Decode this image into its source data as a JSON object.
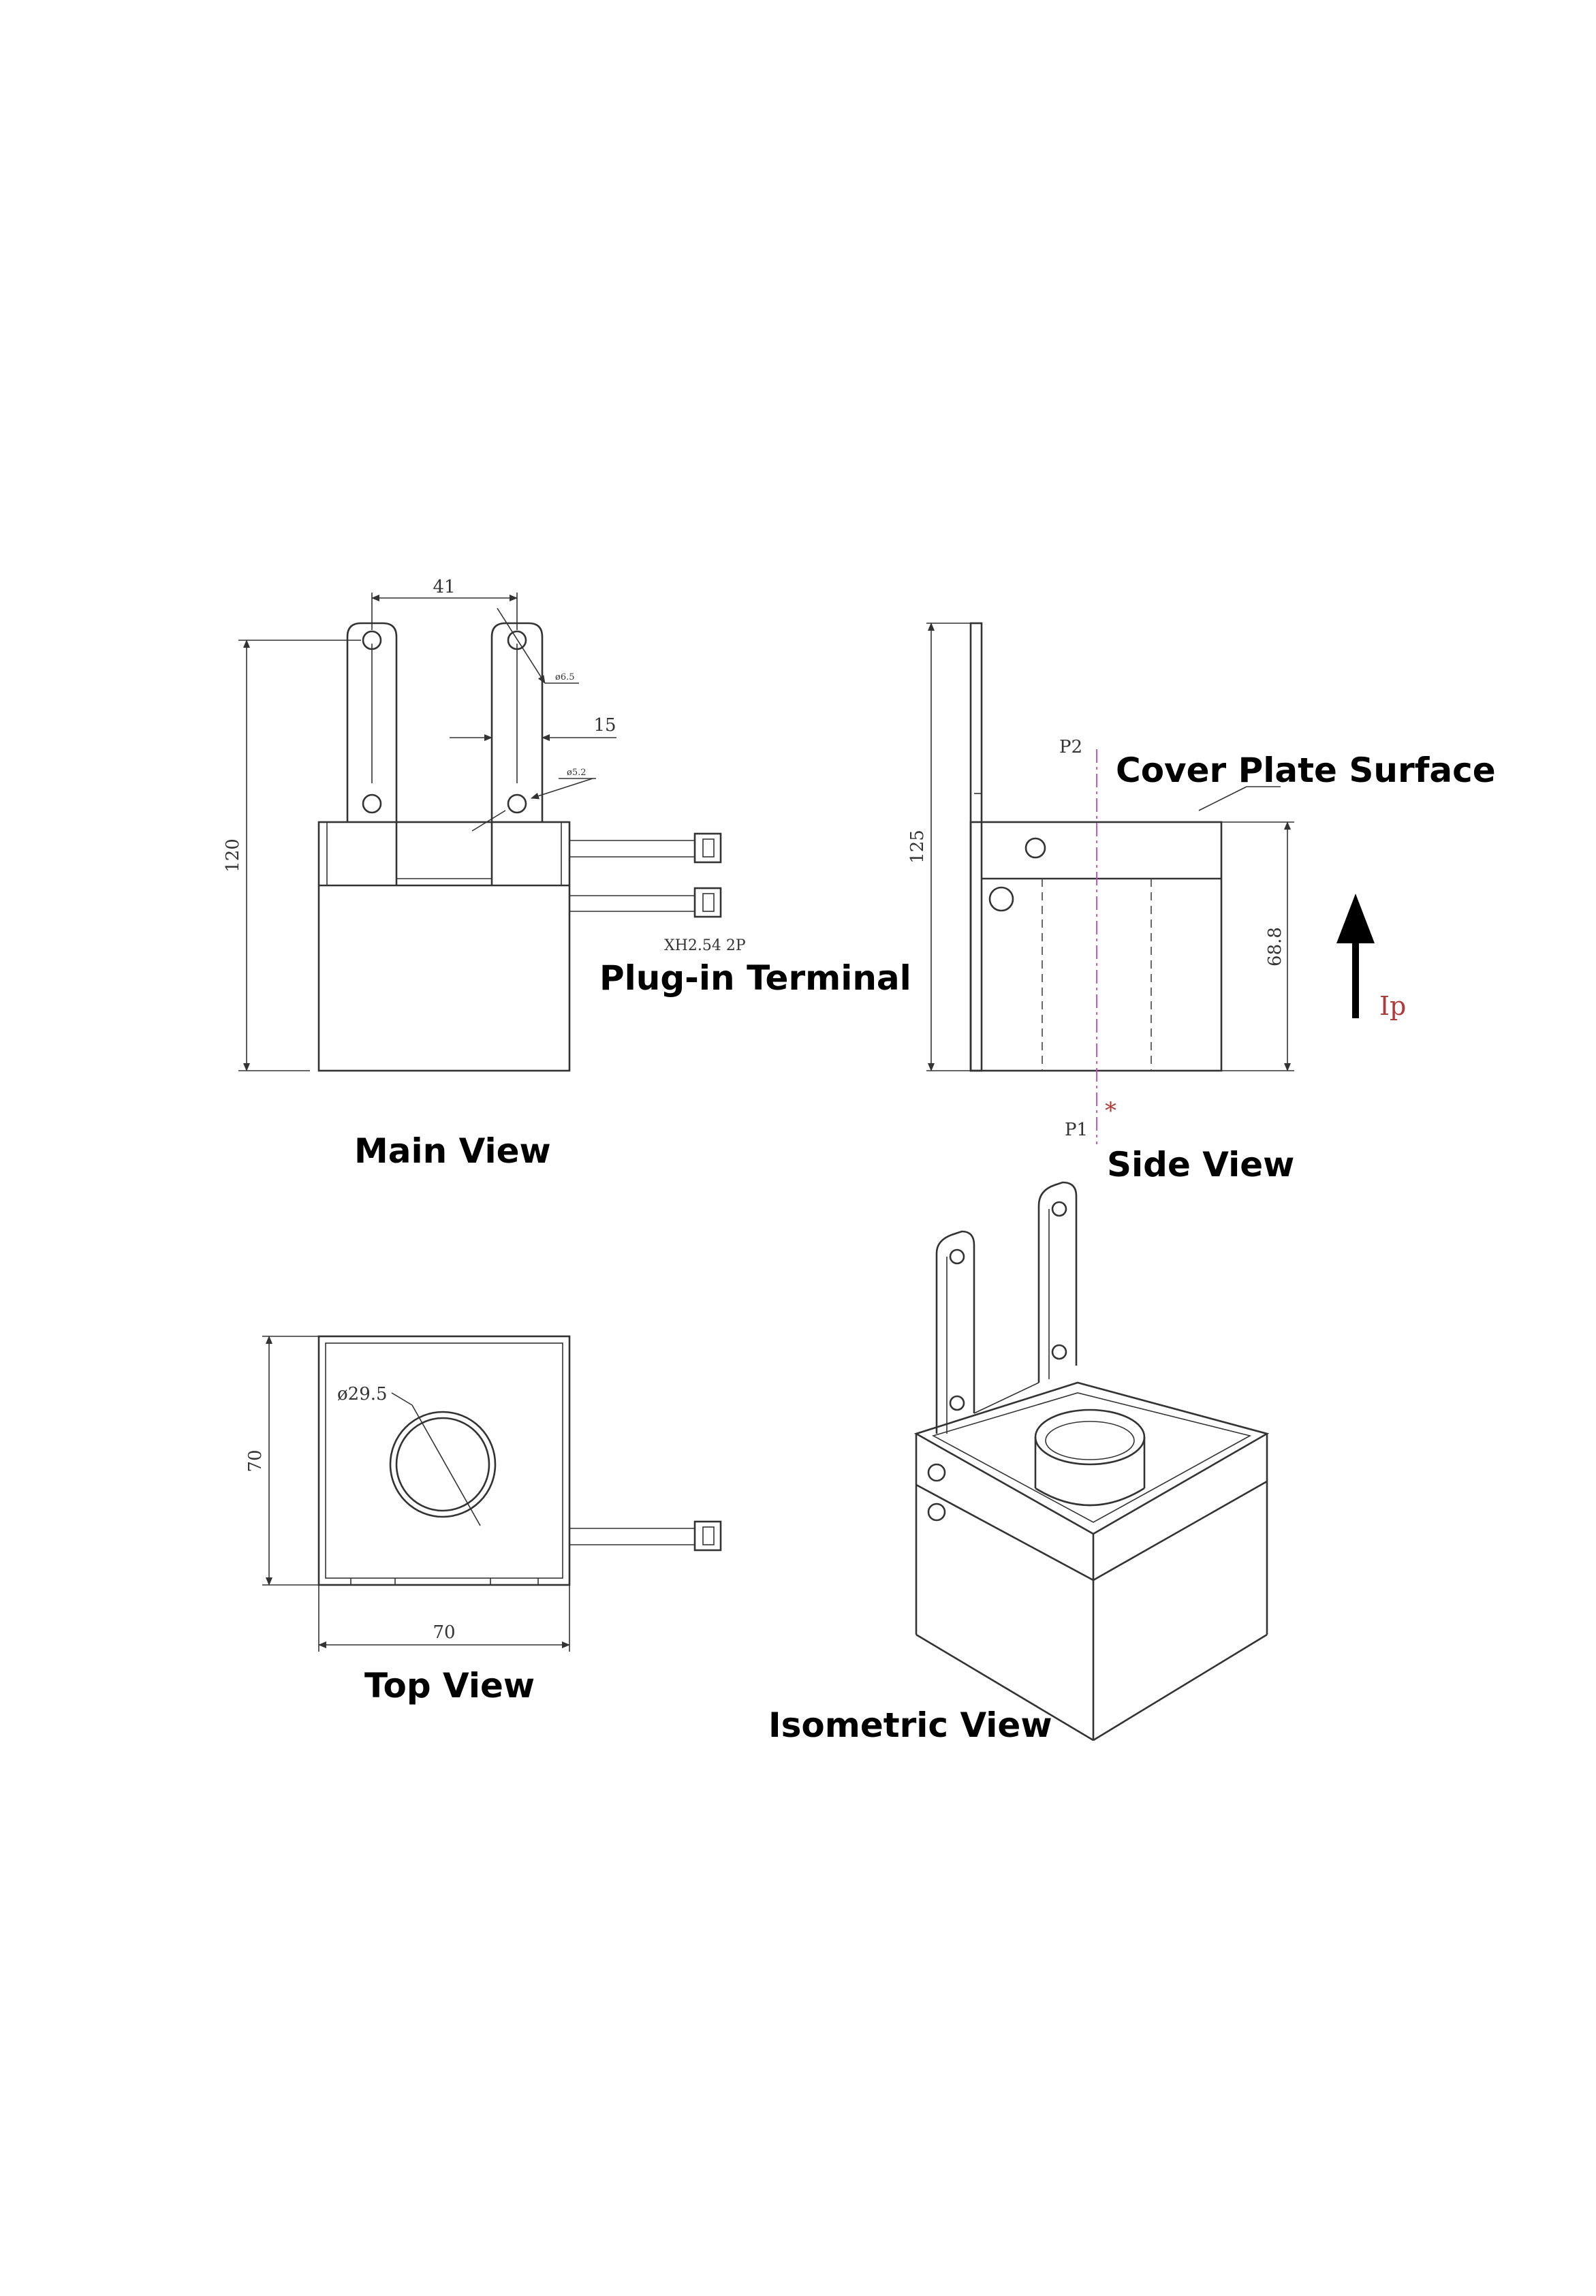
{
  "labels": {
    "main_view": "Main View",
    "side_view": "Side View",
    "top_view": "Top View",
    "isometric_view": "Isometric View",
    "plug_in_terminal": "Plug-in Terminal",
    "cover_plate_surface": "Cover Plate Surface"
  },
  "dimensions": {
    "pin_spacing": "41",
    "pin_width": "15",
    "height_main": "120",
    "hole_large": "ø6.5",
    "hole_small": "ø5.2",
    "connector": "XH2.54 2P",
    "height_side": "125",
    "body_height": "68.8",
    "aperture": "ø29.5",
    "top_height": "70",
    "top_width": "70"
  },
  "markers": {
    "p1": "P1",
    "p2": "P2",
    "current": "Ip",
    "polarity": "*"
  },
  "colors": {
    "line": "#333333",
    "center_line": "#cc44cc",
    "marker_red": "#b23a3a"
  }
}
